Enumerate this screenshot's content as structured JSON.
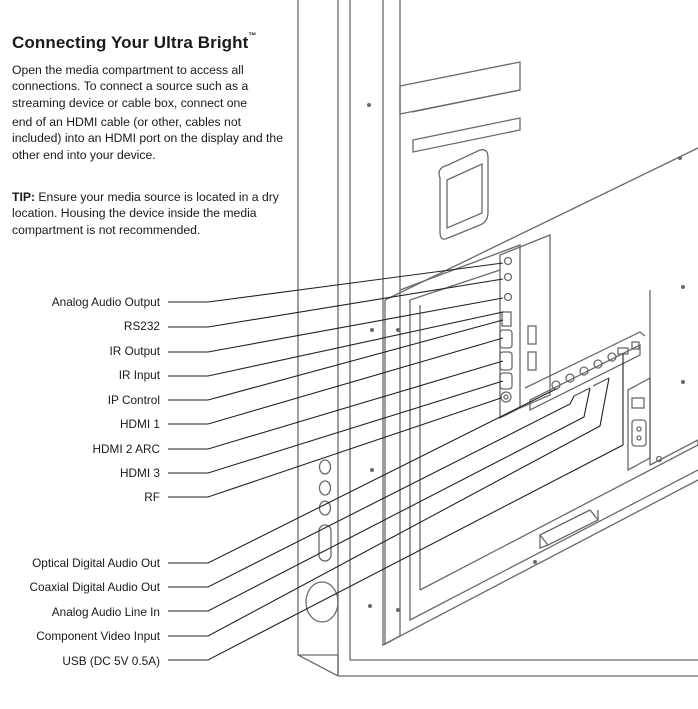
{
  "heading": {
    "title": "Connecting Your Ultra Bright",
    "trademark": "™"
  },
  "instructions": {
    "line1": "Open the media compartment to access all connections. To connect a source such as a streaming device or cable box, connect one",
    "line2": "end of an HDMI cable (or other, cables not included) into an HDMI port on the display and the other end into your device."
  },
  "tip": {
    "prefix": "TIP:",
    "text": " Ensure your media source is located in a dry location. Housing the device inside the media compartment is not recommended."
  },
  "callouts": {
    "analog_audio_output": "Analog Audio Output",
    "rs232": "RS232",
    "ir_output": "IR Output",
    "ir_input": "IR Input",
    "ip_control": "IP Control",
    "hdmi1": "HDMI 1",
    "hdmi2_arc": "HDMI 2 ARC",
    "hdmi3": "HDMI 3",
    "rf": "RF",
    "optical_digital_audio_out": "Optical Digital Audio Out",
    "coaxial_digital_audio_out": "Coaxial Digital Audio Out",
    "analog_audio_line_in": "Analog Audio Line In",
    "component_video_input": "Component Video Input",
    "usb": "USB (DC 5V 0.5A)"
  },
  "colors": {
    "text": "#1a1a1a",
    "line": "#222222",
    "drawing": "#6a6a6a"
  }
}
